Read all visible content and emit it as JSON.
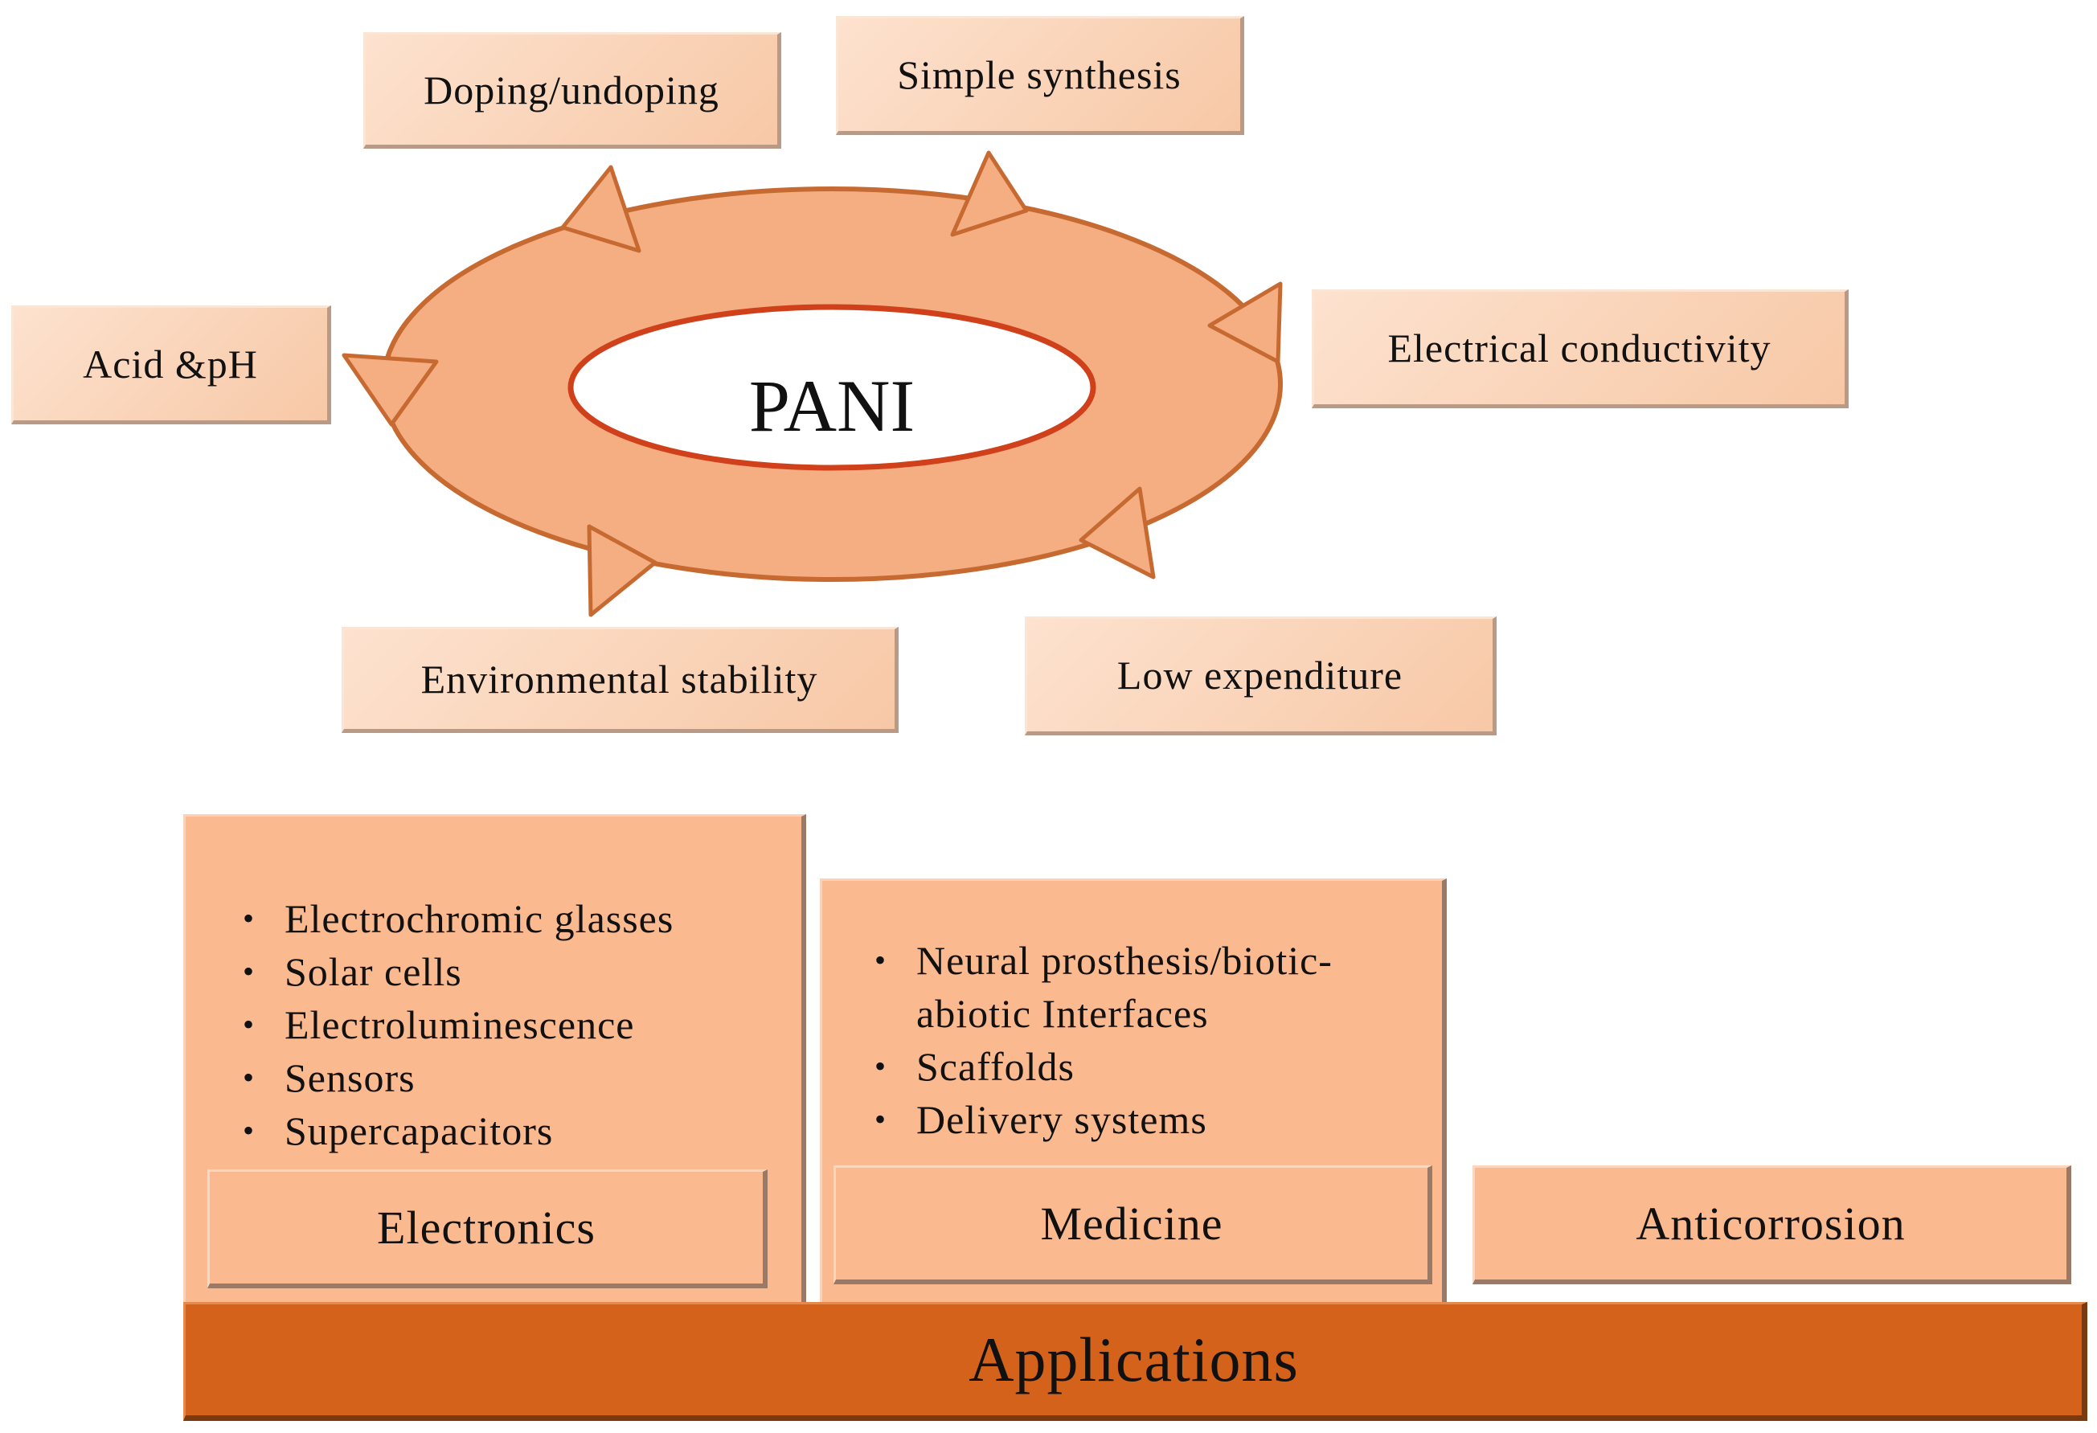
{
  "center_label": "PANI",
  "properties": {
    "doping": "Doping/undoping",
    "synthesis": "Simple synthesis",
    "acid": "Acid &pH",
    "conductivity": "Electrical conductivity",
    "stability": "Environmental stability",
    "expenditure": "Low expenditure"
  },
  "applications": {
    "title": "Applications",
    "electronics": {
      "label": "Electronics",
      "items": [
        "Electrochromic glasses",
        "Solar cells",
        "Electroluminescence",
        "Sensors",
        "Supercapacitors"
      ]
    },
    "medicine": {
      "label": "Medicine",
      "items": [
        "Neural prosthesis/biotic-abiotic Interfaces",
        "Scaffolds",
        "Delivery systems"
      ]
    },
    "anticorrosion": {
      "label": "Anticorrosion"
    }
  },
  "colors": {
    "ring_fill": "#f4ae82",
    "ring_stroke": "#c76a32",
    "inner_stroke": "#d0401a",
    "box_fill": "#f9d2b4",
    "panel_fill": "#fbb98f",
    "bar_fill": "#d4621a"
  }
}
